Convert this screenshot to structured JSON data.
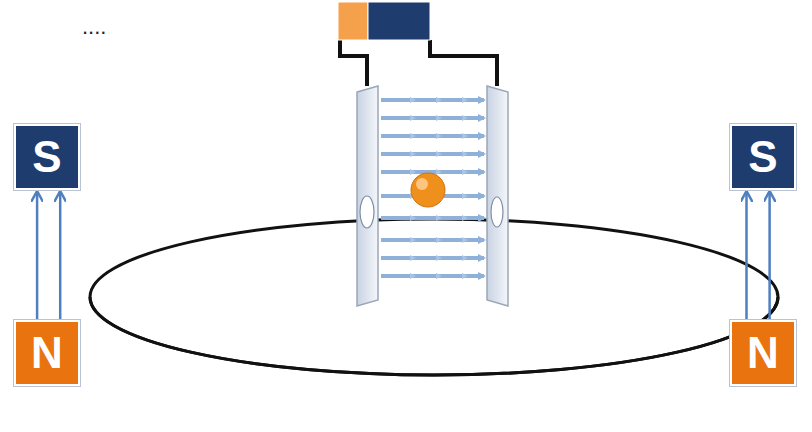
{
  "diagram": {
    "nodes": [
      {
        "text": [
          "S"
        ]
      },
      {
        "text": [
          "S"
        ]
      },
      {
        "text": [
          "N"
        ]
      },
      {
        "text": [
          "N"
        ]
      }
    ],
    "edges": [
      {
        "from": 2,
        "to": 0,
        "arrow": "to"
      },
      {
        "from": 2,
        "to": 0,
        "arrow": "to"
      },
      {
        "from": 3,
        "to": 1,
        "arrow": "to"
      },
      {
        "from": 3,
        "to": 1,
        "arrow": "to"
      }
    ],
    "labels": [
      "...."
    ]
  }
}
